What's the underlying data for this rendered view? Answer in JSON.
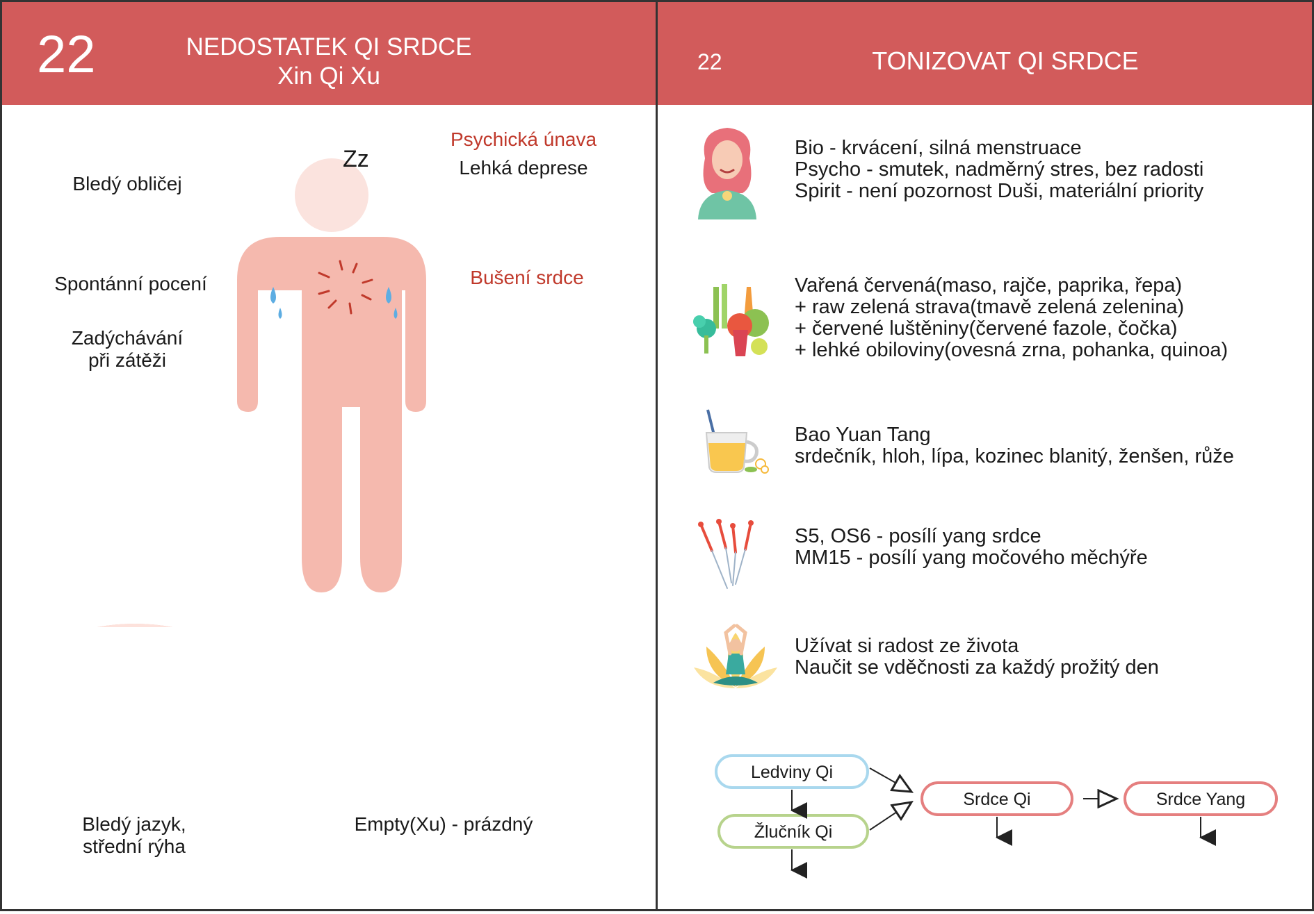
{
  "left_card": {
    "number": "22",
    "title": "NEDOSTATEK QI SRDCE",
    "subtitle": "Xin Qi Xu",
    "zz_mark": "Zz",
    "symptoms": {
      "pale_face": "Bledý obličej",
      "mental_fatigue": "Psychická únava",
      "mild_depression": "Lehká deprese",
      "spontaneous_sweating": "Spontánní pocení",
      "palpitations": "Bušení srdce",
      "breathless_line1": "Zadýchávání",
      "breathless_line2": "při zátěži"
    },
    "tongue_line1": "Bledý jazyk,",
    "tongue_line2": "střední rýha",
    "pulse": "Empty(Xu) - prázdný"
  },
  "right_card": {
    "number": "22",
    "title": "TONIZOVAT QI SRDCE",
    "items": [
      {
        "icon": "woman-icon",
        "lines": [
          "Bio - krvácení, silná menstruace",
          "Psycho - smutek, nadměrný stres, bez radosti",
          "Spirit - není pozornost Duši, materiální priority"
        ]
      },
      {
        "icon": "vegetables-icon",
        "lines": [
          "Vařená červená(maso, rajče, paprika, řepa)",
          "+ raw zelená strava(tmavě zelená zelenina)",
          "+ červené luštěniny(červené fazole, čočka)",
          "+ lehké obiloviny(ovesná zrna, pohanka, quinoa)"
        ]
      },
      {
        "icon": "tea-cup-icon",
        "lines": [
          "Bao Yuan Tang",
          "srdečník, hloh, lípa, kozinec blanitý, ženšen, růže"
        ]
      },
      {
        "icon": "acupuncture-needles-icon",
        "lines": [
          "S5, OS6 - posílí yang srdce",
          "MM15 - posílí yang močového měchýře"
        ]
      },
      {
        "icon": "meditation-icon",
        "lines": [
          "Užívat si radost ze života",
          "Naučit se vděčnosti za každý prožitý den"
        ]
      }
    ],
    "flow": {
      "kidney": "Ledviny Qi",
      "gallbladder": "Žlučník Qi",
      "heart_qi": "Srdce Qi",
      "heart_yang": "Srdce Yang"
    }
  },
  "colors": {
    "header": "#d25b5b",
    "body_figure": "#f5b9ae",
    "accent_red": "#c0392b",
    "kidney_box": "#a9d8ee",
    "gallbladder_box": "#b7d38c",
    "heart_box": "#e57f7f"
  }
}
